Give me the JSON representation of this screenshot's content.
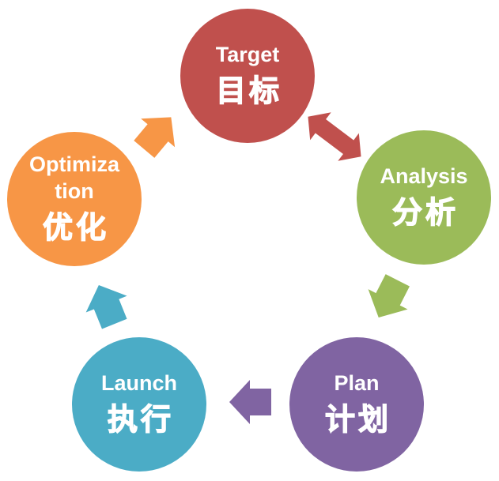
{
  "diagram": {
    "steps": [
      {
        "id": "target",
        "en": "Target",
        "zh": "目标",
        "color": "#C0504D"
      },
      {
        "id": "analysis",
        "en": "Analysis",
        "zh": "分析",
        "color": "#9BBB59"
      },
      {
        "id": "plan",
        "en": "Plan",
        "zh": "计划",
        "color": "#8064A2"
      },
      {
        "id": "launch",
        "en": "Launch",
        "zh": "执行",
        "color": "#4BACC6"
      },
      {
        "id": "optimization",
        "en_lines": [
          "Optimiza",
          "tion"
        ],
        "zh": "优化",
        "color": "#F79646"
      }
    ],
    "arrows": [
      {
        "id": "target-analysis",
        "type": "double",
        "color": "#C0504D"
      },
      {
        "id": "analysis-plan",
        "type": "single",
        "color": "#9BBB59"
      },
      {
        "id": "plan-launch",
        "type": "single",
        "color": "#8064A2"
      },
      {
        "id": "launch-optimization",
        "type": "single",
        "color": "#4BACC6"
      },
      {
        "id": "optimization-target",
        "type": "single",
        "color": "#F79646"
      }
    ]
  }
}
